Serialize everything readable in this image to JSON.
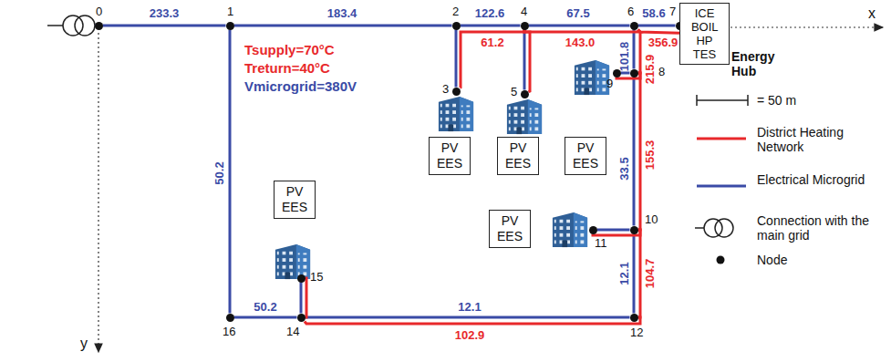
{
  "diagram": {
    "nodes": [
      {
        "text": [
          "0"
        ]
      },
      {
        "text": [
          "1"
        ]
      },
      {
        "text": [
          "2"
        ]
      },
      {
        "text": [
          "4"
        ]
      },
      {
        "text": [
          "6"
        ]
      },
      {
        "text": [
          "7"
        ]
      },
      {
        "text": [
          "ICE BOIL HP TES",
          "Energy Hub"
        ]
      },
      {
        "text": [
          "3"
        ]
      },
      {
        "text": [
          "5"
        ]
      },
      {
        "text": [
          "8"
        ]
      },
      {
        "text": [
          "9"
        ]
      },
      {
        "text": [
          "PV EES"
        ]
      },
      {
        "text": [
          "PV EES"
        ]
      },
      {
        "text": [
          "PV EES"
        ]
      },
      {
        "text": [
          "10"
        ]
      },
      {
        "text": [
          "11"
        ]
      },
      {
        "text": [
          "PV EES"
        ]
      },
      {
        "text": [
          "PV EES"
        ]
      },
      {
        "text": [
          "15"
        ]
      },
      {
        "text": [
          "16"
        ]
      },
      {
        "text": [
          "14"
        ]
      },
      {
        "text": [
          "12"
        ]
      }
    ],
    "edges": [
      {
        "from": 0,
        "to": 1,
        "arrow": "none",
        "label": "233.3"
      },
      {
        "from": 1,
        "to": 2,
        "arrow": "none",
        "label": "183.4"
      },
      {
        "from": 2,
        "to": 3,
        "arrow": "none",
        "label": "122.6"
      },
      {
        "from": 3,
        "to": 4,
        "arrow": "none",
        "label": "67.5"
      },
      {
        "from": 4,
        "to": 5,
        "arrow": "none",
        "label": "58.6"
      },
      {
        "from": 2,
        "to": 7,
        "arrow": "none"
      },
      {
        "from": 3,
        "to": 8,
        "arrow": "none"
      },
      {
        "from": 4,
        "to": 9,
        "arrow": "none",
        "label": "101.8"
      },
      {
        "from": 9,
        "to": 10,
        "arrow": "none"
      },
      {
        "from": 9,
        "to": 14,
        "arrow": "none",
        "label": "33.5"
      },
      {
        "from": 14,
        "to": 15,
        "arrow": "none"
      },
      {
        "from": 14,
        "to": 21,
        "arrow": "none",
        "label": "12.1"
      },
      {
        "from": 21,
        "to": 20,
        "arrow": "none",
        "label": "12.1"
      },
      {
        "from": 20,
        "to": 19,
        "arrow": "none",
        "label": "50.2"
      },
      {
        "from": 19,
        "to": 1,
        "arrow": "none",
        "label": "50.2"
      },
      {
        "from": 20,
        "to": 18,
        "arrow": "none"
      },
      {
        "from": 7,
        "to": 3,
        "arrow": "none",
        "label": "61.2"
      },
      {
        "from": 3,
        "to": 4,
        "arrow": "none",
        "label": "143.0"
      },
      {
        "from": 4,
        "to": 6,
        "arrow": "none",
        "label": "356.9"
      },
      {
        "from": 3,
        "to": 8,
        "arrow": "none"
      },
      {
        "from": 4,
        "to": 9,
        "arrow": "none",
        "label": "215.9"
      },
      {
        "from": 9,
        "to": 10,
        "arrow": "none"
      },
      {
        "from": 9,
        "to": 14,
        "arrow": "none",
        "label": "155.3"
      },
      {
        "from": 14,
        "to": 15,
        "arrow": "none"
      },
      {
        "from": 14,
        "to": 21,
        "arrow": "none",
        "label": "104.7"
      },
      {
        "from": 21,
        "to": 20,
        "arrow": "none",
        "label": "102.9"
      },
      {
        "from": 20,
        "to": 18,
        "arrow": "none"
      }
    ],
    "labels": [
      "x",
      "y",
      "Tsupply=70°C",
      "Treturn=40°C",
      "Vmicrogrid=380V"
    ],
    "legend": [
      {
        "text": "= 50 m"
      },
      {
        "text": "District Heating Network"
      },
      {
        "text": "Electrical Microgrid"
      },
      {
        "text": "Connection with the main grid"
      },
      {
        "text": "Node"
      }
    ]
  }
}
